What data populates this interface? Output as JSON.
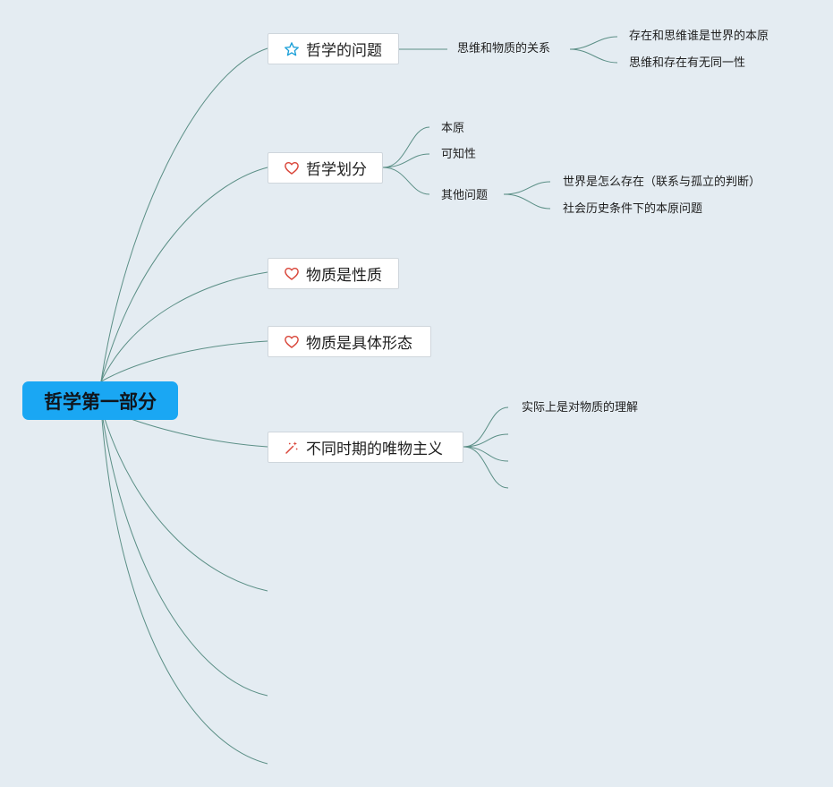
{
  "root": {
    "label": "哲学第一部分"
  },
  "topics": [
    {
      "label": "哲学的问题",
      "icon": "star-icon"
    },
    {
      "label": "哲学划分",
      "icon": "heart-icon"
    },
    {
      "label": "物质是性质",
      "icon": "heart-icon"
    },
    {
      "label": "物质是具体形态",
      "icon": "heart-icon"
    },
    {
      "label": "不同时期的唯物主义",
      "icon": "magic-wand-icon"
    }
  ],
  "subtopics": {
    "t0": {
      "label": "思维和物质的关系",
      "children": [
        "存在和思维谁是世界的本原",
        "思维和存在有无同一性"
      ]
    },
    "t1": {
      "items": [
        "本原",
        "可知性",
        "其他问题"
      ],
      "other_children": [
        "世界是怎么存在（联系与孤立的判断）",
        "社会历史条件下的本原问题"
      ]
    },
    "t4": {
      "items": [
        "实际上是对物质的理解",
        "",
        "",
        ""
      ]
    }
  },
  "colors": {
    "background": "#e4ecf2",
    "root_fill": "#1aa7f3",
    "connector": "#5b8f86",
    "star_icon": "#1a9fd8",
    "heart_icon": "#d9463a",
    "wand_icon": "#d9463a"
  }
}
